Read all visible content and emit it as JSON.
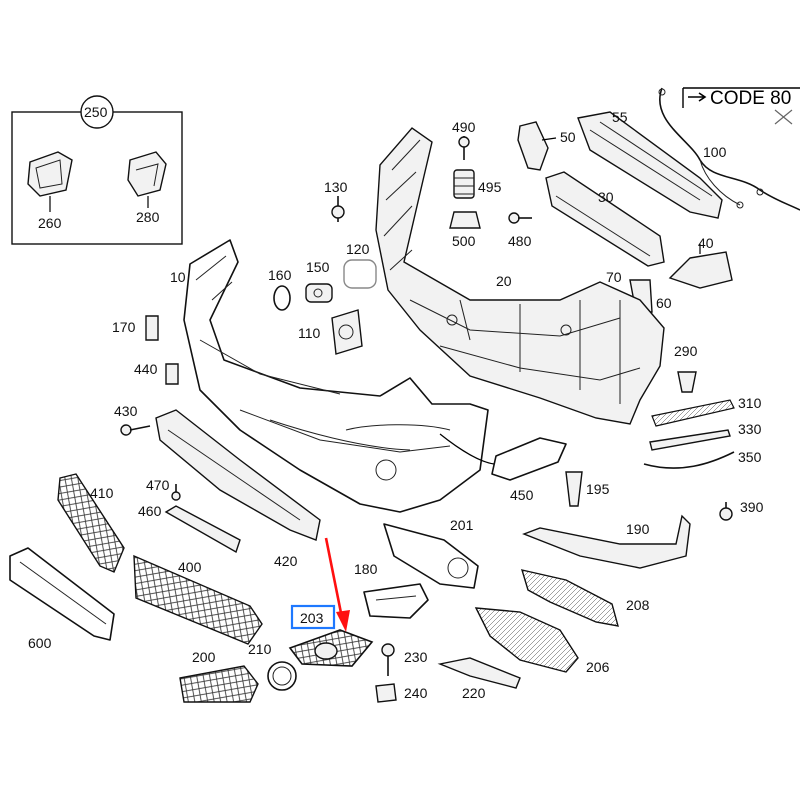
{
  "labels": {
    "p10": "10",
    "p20": "20",
    "p30": "30",
    "p40": "40",
    "p50": "50",
    "p55": "55",
    "p60": "60",
    "p70": "70",
    "p100": "100",
    "p110": "110",
    "p120": "120",
    "p130": "130",
    "p150": "150",
    "p160": "160",
    "p170": "170",
    "p180": "180",
    "p190": "190",
    "p195": "195",
    "p200": "200",
    "p201": "201",
    "p203": "203",
    "p206": "206",
    "p208": "208",
    "p210": "210",
    "p220": "220",
    "p230": "230",
    "p240": "240",
    "p250": "250",
    "p260": "260",
    "p280": "280",
    "p290": "290",
    "p310": "310",
    "p330": "330",
    "p350": "350",
    "p390": "390",
    "p400": "400",
    "p410": "410",
    "p420": "420",
    "p430": "430",
    "p440": "440",
    "p450": "450",
    "p460": "460",
    "p470": "470",
    "p480": "480",
    "p490": "490",
    "p495": "495",
    "p500": "500",
    "p600": "600"
  },
  "code_note": "CODE 80",
  "highlight": {
    "part": "203",
    "box_color": "#1e78ff",
    "arrow_color": "#ff1010"
  }
}
